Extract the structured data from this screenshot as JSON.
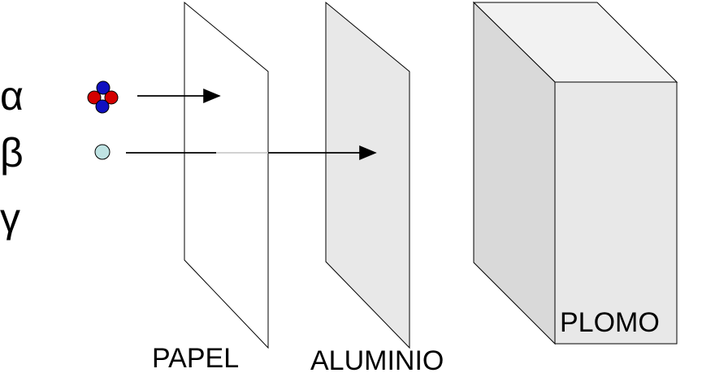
{
  "radiations": [
    {
      "symbol": "α"
    },
    {
      "symbol": "β"
    },
    {
      "symbol": "γ"
    }
  ],
  "barriers": [
    {
      "label": "PAPEL"
    },
    {
      "label": "ALUMINIO"
    },
    {
      "label": "PLOMO"
    }
  ],
  "colors": {
    "proton": "#d40000",
    "neutron": "#1010c0",
    "electron": "#bfe3e3",
    "lead_front": "#dcdcdc",
    "lead_side": "#f2f2f2",
    "aluminium": "#e8e8e8"
  }
}
